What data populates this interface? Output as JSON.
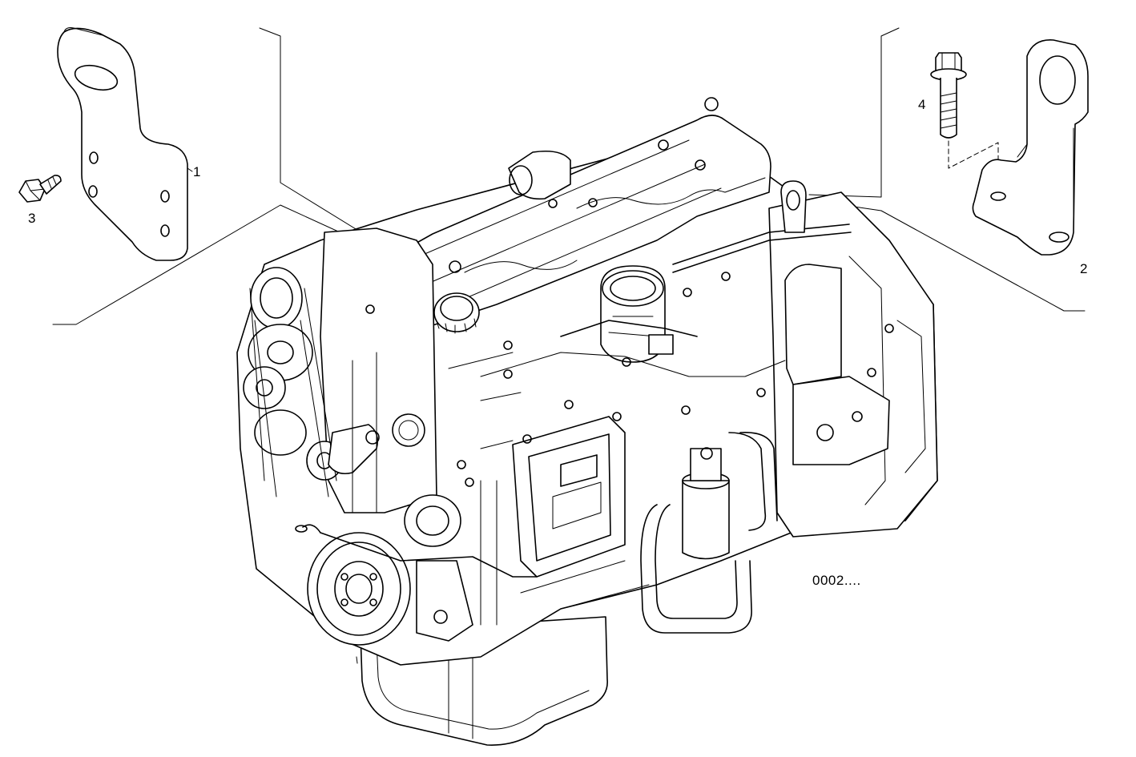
{
  "callouts": [
    {
      "id": "1",
      "label": "1"
    },
    {
      "id": "2",
      "label": "2"
    },
    {
      "id": "3",
      "label": "3"
    },
    {
      "id": "4",
      "label": "4"
    }
  ],
  "drawing_code": "0002....",
  "parts": {
    "part_1": "bracket-left",
    "part_2": "bracket-right",
    "part_3": "bolt-short",
    "part_4": "bolt-flanged"
  }
}
